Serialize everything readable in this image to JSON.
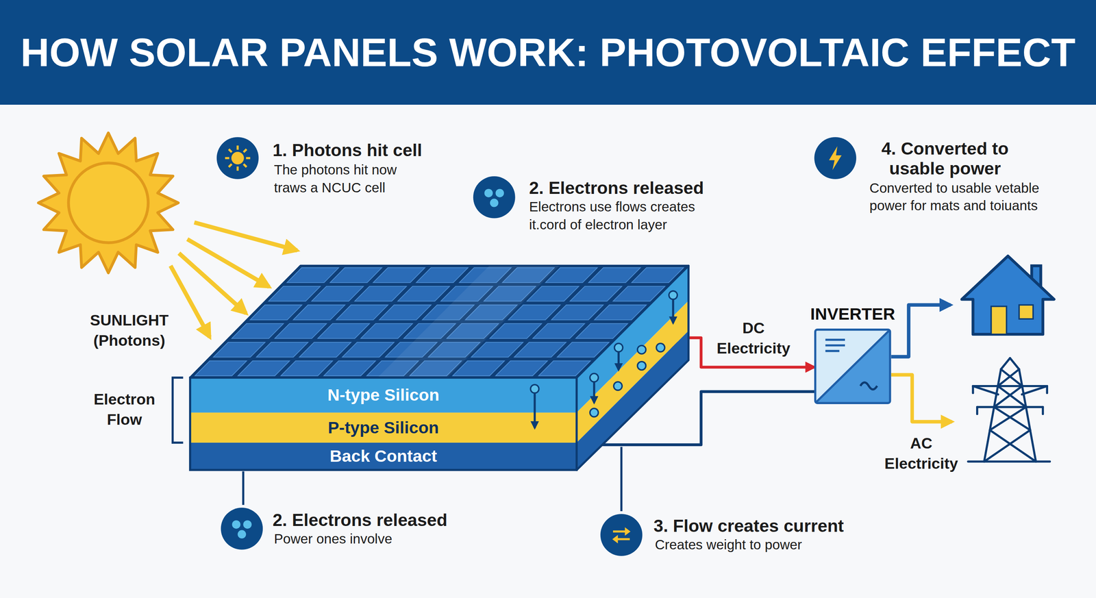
{
  "diagram": {
    "title": "HOW SOLAR PANELS WORK: PHOTOVOLTAIC EFFECT",
    "nodes": [
      {
        "text": [
          "N-type Silicon"
        ]
      },
      {
        "text": [
          "P-type Silicon"
        ]
      },
      {
        "text": [
          "Back Contact"
        ]
      },
      {
        "text": [
          "INVERTER"
        ]
      }
    ],
    "edges": [
      {
        "from": 0,
        "to": 3,
        "arrow": "to",
        "label": "DC Electricity"
      },
      {
        "from": 2,
        "to": 3,
        "arrow": "none"
      }
    ],
    "labels": [
      "1. Photons hit cell",
      "The photons hit now traws a NCUC cell",
      "2. Electrons released",
      "Electrons use flows creates it.cord of electron layer",
      "4. Converted to usable power",
      "Converted to usable vetable power for mats and toiuants",
      "SUNLIGHT (Photons)",
      "Electron Flow",
      "AC Electricity",
      "2. Electrons released",
      "Power ones involve",
      "3. Flow creates current",
      "Creates weight to power"
    ]
  }
}
